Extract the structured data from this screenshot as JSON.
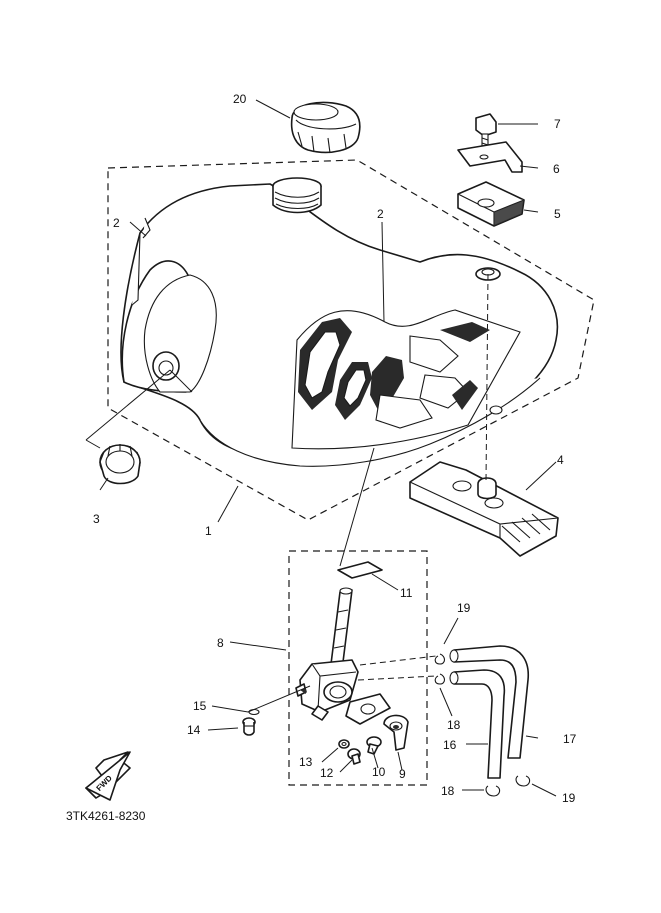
{
  "diagram": {
    "part_code": "3TK4261-8230",
    "fwd_label": "FWD",
    "callouts": {
      "n1": "1",
      "n2a": "2",
      "n2b": "2",
      "n3": "3",
      "n4": "4",
      "n5": "5",
      "n6": "6",
      "n7": "7",
      "n8": "8",
      "n9": "9",
      "n10": "10",
      "n11": "11",
      "n12": "12",
      "n13": "13",
      "n14": "14",
      "n15": "15",
      "n16": "16",
      "n17": "17",
      "n18a": "18",
      "n18b": "18",
      "n19a": "19",
      "n19b": "19",
      "n20": "20"
    }
  }
}
